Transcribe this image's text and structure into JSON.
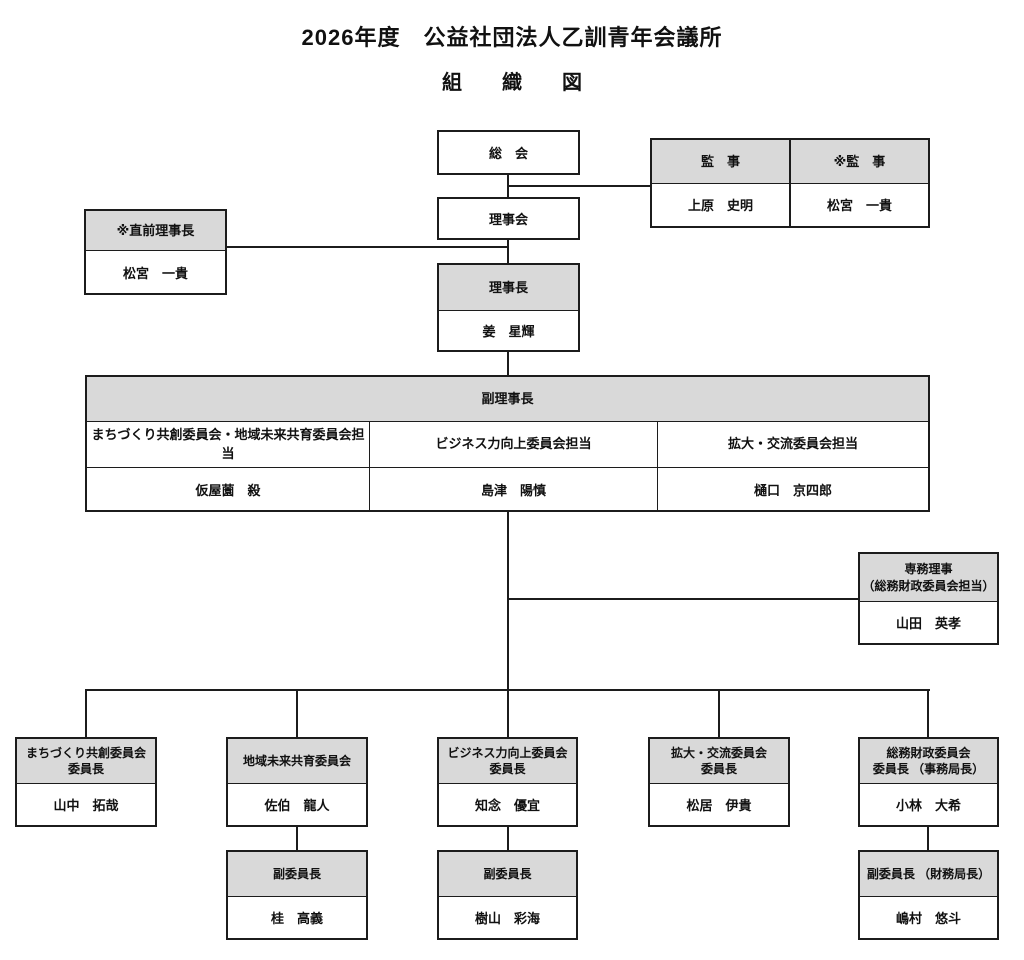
{
  "title": {
    "line1": "2026年度　公益社団法人乙訓青年会議所",
    "line2": "組　織　図"
  },
  "colors": {
    "header_bg": "#d9d9d9",
    "border": "#1c1c1c",
    "background": "#ffffff"
  },
  "nodes": {
    "general_assembly": {
      "label": "総　会"
    },
    "board_meeting": {
      "label": "理事会"
    },
    "auditor": {
      "title": "監　事",
      "name": "上原　史明"
    },
    "auditor2": {
      "title": "※監　事",
      "name": "松宮　一貴"
    },
    "immediate_past_president": {
      "title": "※直前理事長",
      "name": "松宮　一貴"
    },
    "president": {
      "title": "理事長",
      "name": "姜　星輝"
    },
    "vice_presidents": {
      "title": "副理事長",
      "members": [
        {
          "charge": "まちづくり共創委員会・地域未来共育委員会担当",
          "name": "仮屋薗　殺"
        },
        {
          "charge": "ビジネス力向上委員会担当",
          "name": "島津　陽慎"
        },
        {
          "charge": "拡大・交流委員会担当",
          "name": "樋口　京四郎"
        }
      ]
    },
    "executive_director": {
      "title": "専務理事\n（総務財政委員会担当）",
      "name": "山田　英孝"
    },
    "committees": [
      {
        "title": "まちづくり共創委員会\n委員長",
        "name": "山中　拓哉"
      },
      {
        "title": "地域未来共育委員会",
        "name": "佐伯　龍人"
      },
      {
        "title": "ビジネス力向上委員会\n委員長",
        "name": "知念　優宜"
      },
      {
        "title": "拡大・交流委員会\n委員長",
        "name": "松居　伊貴"
      },
      {
        "title": "総務財政委員会\n委員長 （事務局長）",
        "name": "小林　大希"
      }
    ],
    "vice_chairs": [
      {
        "title": "副委員長",
        "name": "桂　高義"
      },
      {
        "title": "副委員長",
        "name": "樹山　彩海"
      },
      {
        "title": "副委員長 （財務局長）",
        "name": "嶋村　悠斗"
      }
    ]
  }
}
